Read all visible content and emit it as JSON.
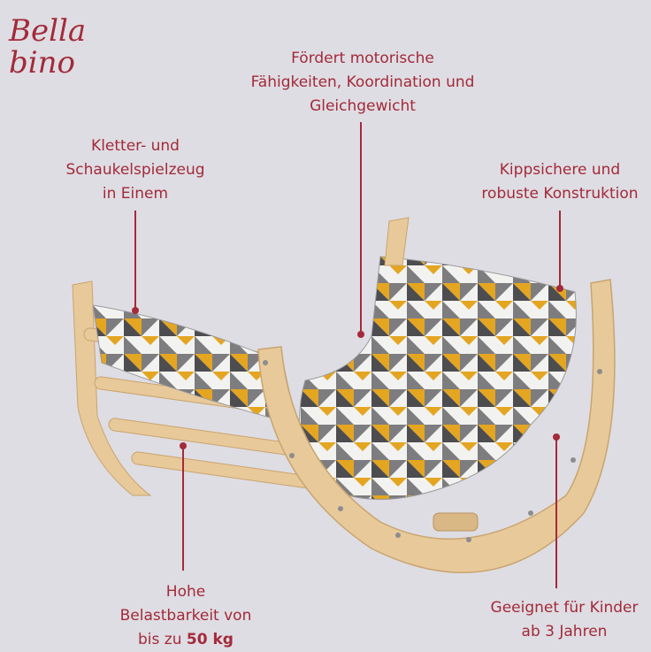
{
  "brand": {
    "line1": "Bella",
    "line2": "bino"
  },
  "callouts": {
    "top": {
      "l1": "Fördert motorische",
      "l2": "Fähigkeiten, Koordination und",
      "l3": "Gleichgewicht"
    },
    "left": {
      "l1": "Kletter- und",
      "l2": "Schaukelspielzeug",
      "l3": "in Einem"
    },
    "right": {
      "l1": "Kippsichere und",
      "l2": "robuste Konstruktion"
    },
    "bottom_left": {
      "l1": "Hohe",
      "l2": "Belastbarkeit von",
      "l3_prefix": "bis zu ",
      "l3_bold": "50 kg"
    },
    "bottom_right": {
      "l1": "Geeignet für Kinder",
      "l2": "ab 3 Jahren"
    }
  },
  "colors": {
    "background": "#dedde3",
    "accent": "#a32a3a",
    "wood": "#e8c99a",
    "wood_dark": "#c9a46f",
    "cushion_yellow": "#e4a521",
    "cushion_gray": "#7d7d80",
    "cushion_dark": "#4d4d50",
    "cushion_white": "#f2f2f0"
  }
}
